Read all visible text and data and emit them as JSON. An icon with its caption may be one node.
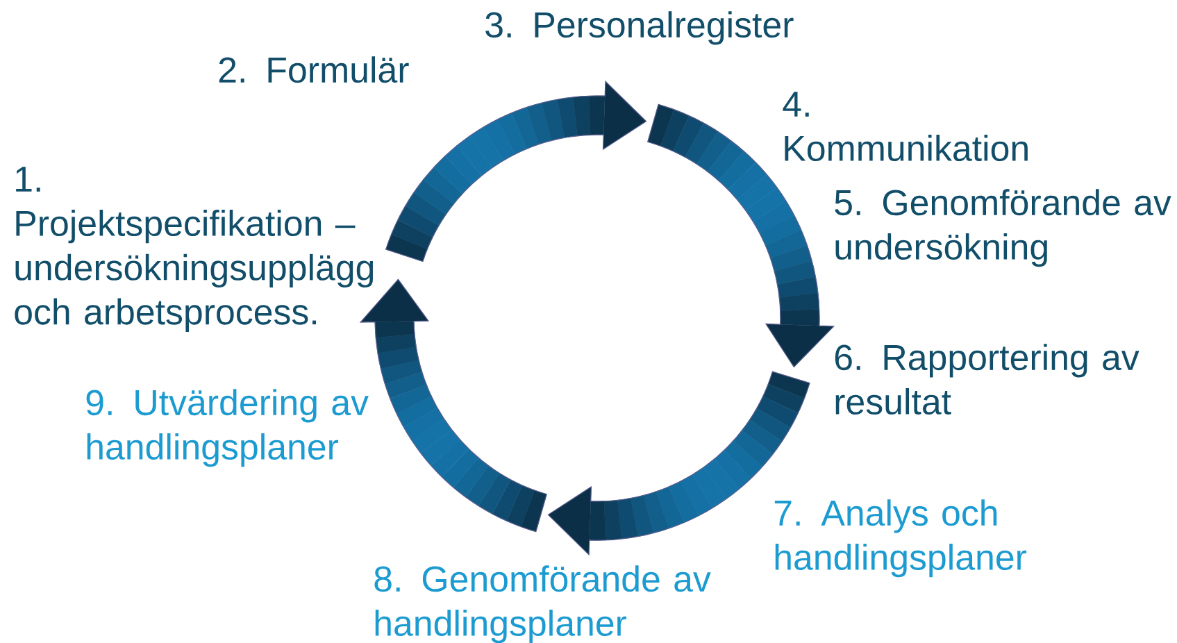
{
  "diagram": {
    "labels": [
      "1. Projektspecifikation – undersökningsupplägg och arbetsprocess.",
      "2. Formulär",
      "3. Personalregister",
      "4. Kommunikation",
      "5. Genomförande av undersökning",
      "6. Rapportering av resultat",
      "7. Analys och handlingsplaner",
      "8. Genomförande av handlingsplaner",
      "9. Utvärdering av handlingsplaner"
    ]
  }
}
